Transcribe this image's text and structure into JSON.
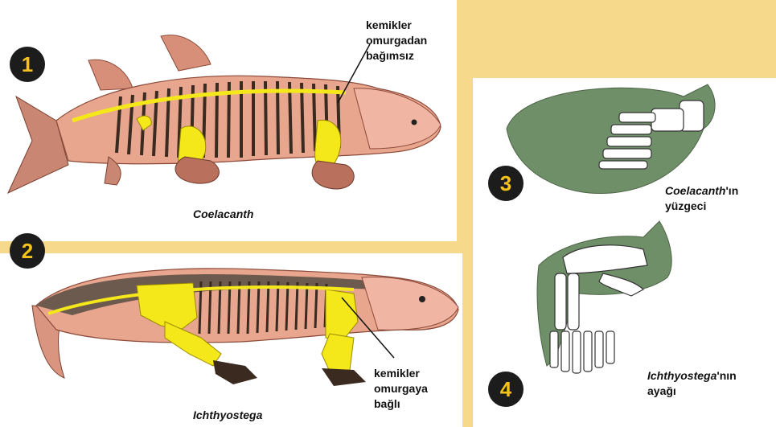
{
  "panels": {
    "one": {
      "number": "1",
      "species": "Coelacanth",
      "note_lines": [
        "kemikler",
        "omurgadan",
        "bağımsız"
      ]
    },
    "two": {
      "number": "2",
      "species": "Ichthyostega",
      "note_lines": [
        "kemikler",
        "omurgaya",
        "bağlı"
      ]
    },
    "three": {
      "number": "3",
      "caption_italic": "Coelacanth",
      "caption_rest": "'ın",
      "caption_line2": "yüzgeci"
    },
    "four": {
      "number": "4",
      "caption_italic": "Ichthyostega",
      "caption_rest": "'nın",
      "caption_line2": "ayağı"
    }
  },
  "colors": {
    "background": "#f7d98c",
    "bone": "#f4e81a",
    "body": "#e9a68f",
    "fin_green": "#6f8f68",
    "badge": "#1c1c1c",
    "badge_text": "#f6c21a"
  }
}
